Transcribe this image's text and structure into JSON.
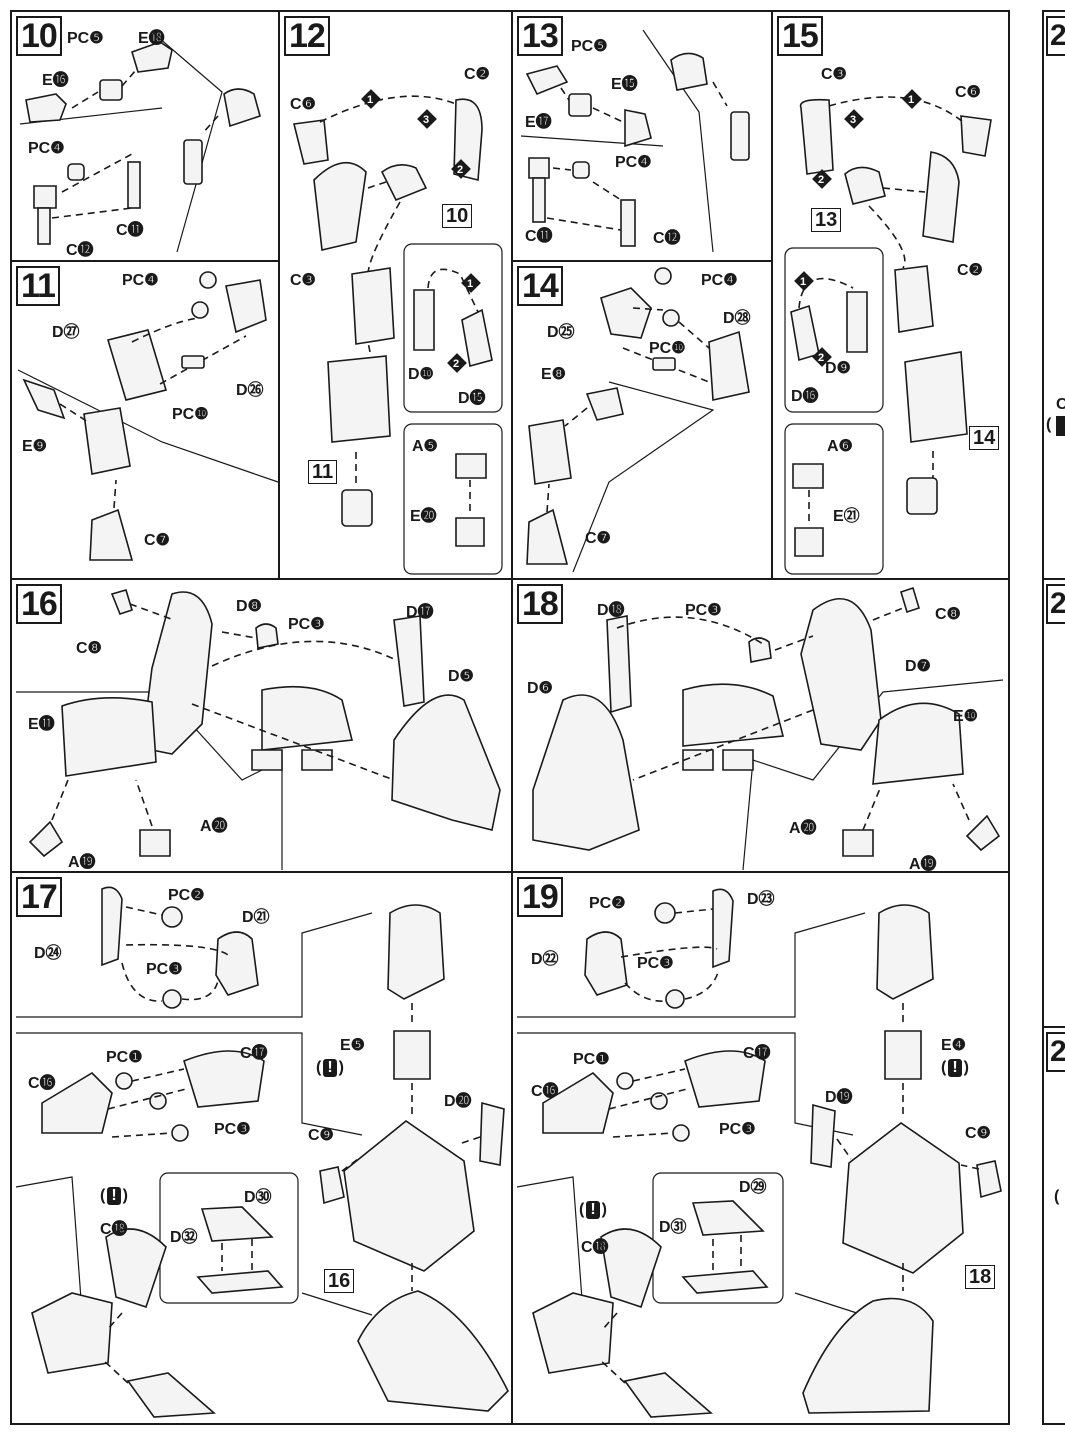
{
  "steps": {
    "s10": {
      "num": "10",
      "labels": [
        "PC❺",
        "E⓲",
        "E⓰",
        "PC❹",
        "C⓫",
        "C⓬"
      ]
    },
    "s11": {
      "num": "11",
      "labels": [
        "PC❹",
        "D㉗",
        "D㉖",
        "PC❿",
        "E❾",
        "C❼"
      ]
    },
    "s12": {
      "num": "12",
      "labels": [
        "C❻",
        "C❷",
        "C❸",
        "D❿",
        "D⓯",
        "A❺",
        "E⓴"
      ],
      "ref_a": "10",
      "ref_b": "11"
    },
    "s13": {
      "num": "13",
      "labels": [
        "PC❺",
        "E⓯",
        "E⓱",
        "PC❹",
        "C⓫",
        "C⓬"
      ]
    },
    "s14": {
      "num": "14",
      "labels": [
        "PC❹",
        "D㉕",
        "D㉘",
        "PC❿",
        "E❽",
        "C❼"
      ]
    },
    "s15": {
      "num": "15",
      "labels": [
        "C❸",
        "C❻",
        "C❷",
        "D❾",
        "D⓰",
        "A❻",
        "E㉑"
      ],
      "ref_a": "13",
      "ref_b": "14"
    },
    "s16": {
      "num": "16",
      "labels": [
        "C❽",
        "D❽",
        "PC❸",
        "D⓱",
        "D❺",
        "E⓫",
        "A⓴",
        "A⓳"
      ]
    },
    "s17": {
      "num": "17",
      "labels": [
        "PC❷",
        "D㉑",
        "D㉔",
        "PC❸",
        "E❺",
        "D⓴",
        "C⓱",
        "C⓰",
        "PC❶",
        "PC❸",
        "C❾",
        "D㉚",
        "D㉜",
        "C⓲"
      ],
      "ref": "16",
      "warn_a": "!",
      "warn_b": "!"
    },
    "s18": {
      "num": "18",
      "labels": [
        "D⓲",
        "PC❸",
        "C❽",
        "D❼",
        "D❻",
        "E❿",
        "A⓴",
        "A⓳"
      ]
    },
    "s19": {
      "num": "19",
      "labels": [
        "PC❷",
        "D㉓",
        "D㉒",
        "PC❸",
        "E❹",
        "D⓳",
        "C⓱",
        "C⓰",
        "PC❶",
        "PC❸",
        "C❾",
        "D㉙",
        "D㉛",
        "C⓲"
      ],
      "ref": "18",
      "warn_a": "!",
      "warn_b": "!"
    },
    "s20": {
      "num": "2",
      "side_c": "C",
      "paren": "("
    },
    "s21": {
      "num": "2"
    },
    "s22": {
      "num": "2",
      "paren": "("
    }
  },
  "orders": [
    "1",
    "2",
    "3"
  ]
}
